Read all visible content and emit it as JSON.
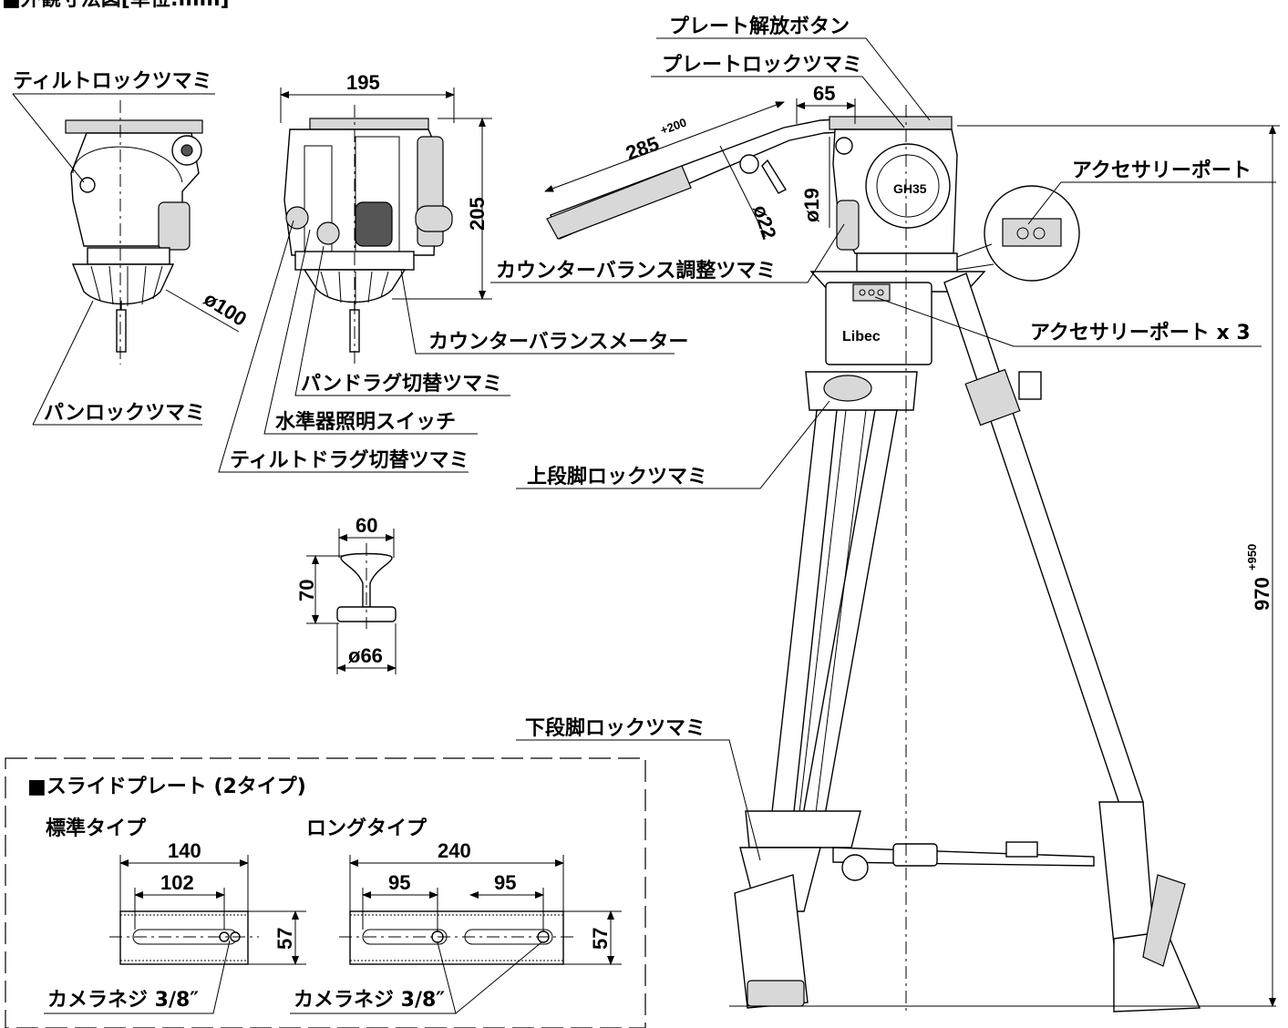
{
  "title": "■外観寸法図[単位:mm]",
  "labels": {
    "tilt_lock": "ティルトロックツマミ",
    "pan_lock": "パンロックツマミ",
    "plate_release": "プレート解放ボタン",
    "plate_lock": "プレートロックツマミ",
    "accessory_port": "アクセサリーポート",
    "counterbalance_knob": "カウンターバランス調整ツマミ",
    "accessory_port_x3": "アクセサリーポート x 3",
    "counterbalance_meter": "カウンターバランスメーター",
    "pan_drag": "パンドラグ切替ツマミ",
    "level_light": "水準器照明スイッチ",
    "tilt_drag": "ティルトドラグ切替ツマミ",
    "upper_leg_lock": "上段脚ロックツマミ",
    "lower_leg_lock": "下段脚ロックツマミ"
  },
  "dims": {
    "bowl": "ø100",
    "width": "195",
    "height": "205",
    "arm_len": "285",
    "arm_ext": "+200",
    "arm_off": "65",
    "d19": "ø19",
    "d22": "ø22",
    "knob_w": "60",
    "knob_h": "70",
    "knob_d": "ø66",
    "tripod_h": "970",
    "tripod_ext": "+950",
    "head_model": "GH35",
    "brand": "Libec"
  },
  "slide": {
    "title": "■スライドプレート (2タイプ)",
    "std_title": "標準タイプ",
    "long_title": "ロングタイプ",
    "std_w": "140",
    "std_w2": "102",
    "std_h": "57",
    "long_w": "240",
    "long_a": "95",
    "long_b": "95",
    "long_h": "57",
    "screw": "カメラネジ 3/8″"
  }
}
